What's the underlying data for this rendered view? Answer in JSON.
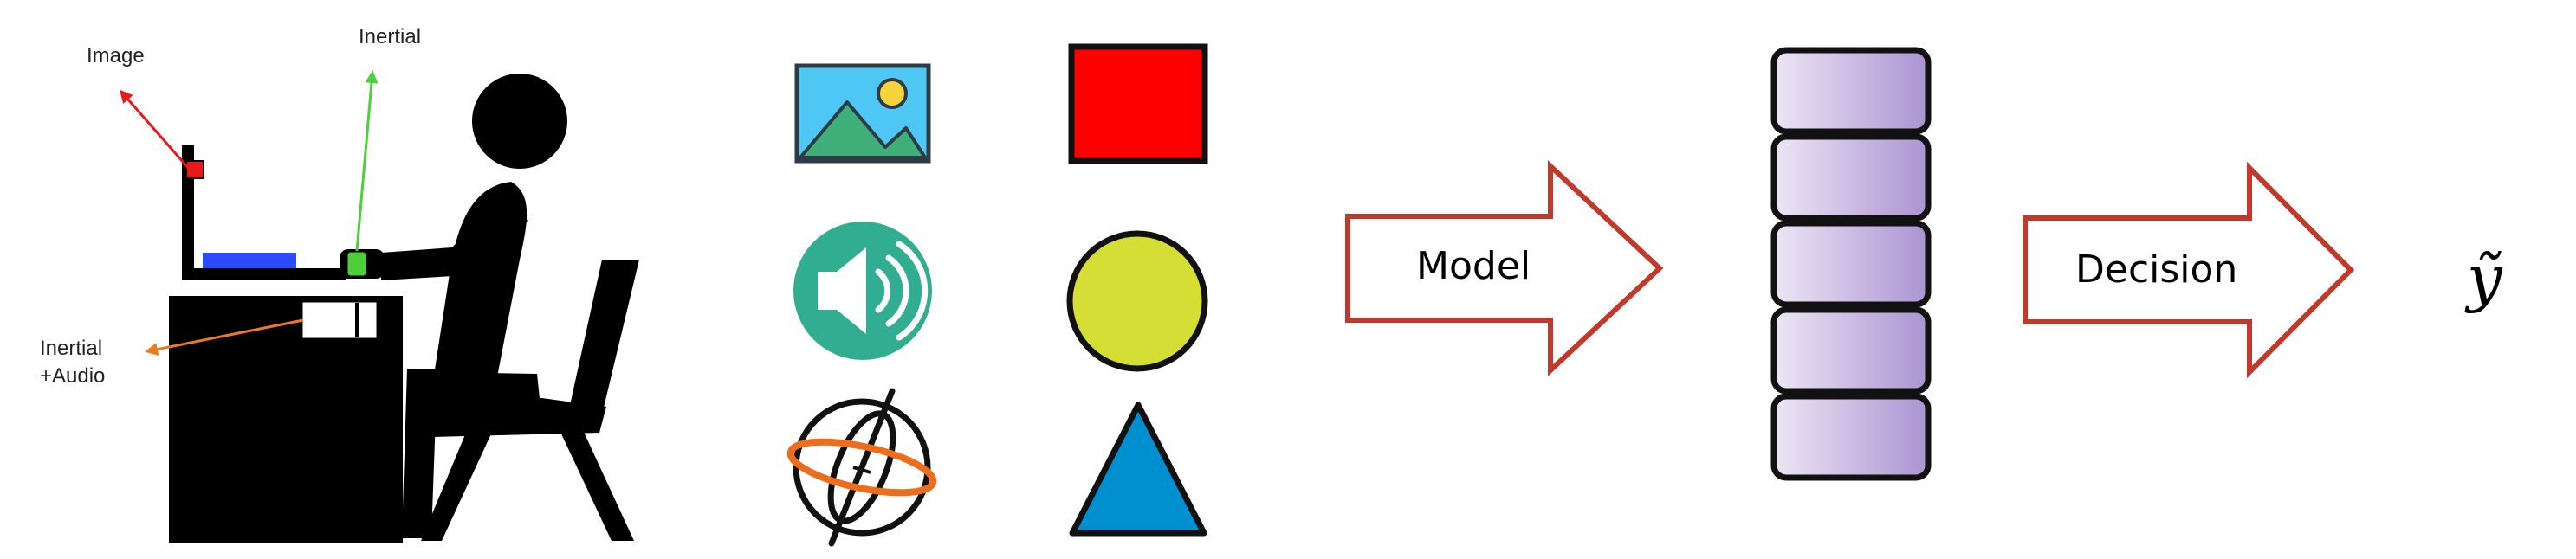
{
  "scene": {
    "labels": {
      "image": "Image",
      "inertial": "Inertial",
      "inertial_audio_line1": "Inertial",
      "inertial_audio_line2": "+Audio"
    },
    "colors": {
      "image_arrow": "#e8191a",
      "inertial_arrow": "#4ccf3a",
      "inertial_audio_arrow": "#ee7a1c",
      "laptop_screen": "#2a4bff",
      "silhouette": "#000000"
    }
  },
  "modalities": {
    "icons": [
      "image-icon",
      "audio-speaker-icon",
      "gyroscope-icon"
    ],
    "shapes": [
      {
        "name": "red-square",
        "color": "#ff0000"
      },
      {
        "name": "yellow-circle",
        "color": "#d4de35"
      },
      {
        "name": "blue-triangle",
        "color": "#0090d0"
      }
    ]
  },
  "pipeline": {
    "model_label": "Model",
    "decision_label": "Decision",
    "output_symbol": "ỹ",
    "arrow_color": "#c0392b",
    "embedding_blocks": 5,
    "embedding_gradient": [
      "#ece6f4",
      "#ab93d1"
    ]
  }
}
